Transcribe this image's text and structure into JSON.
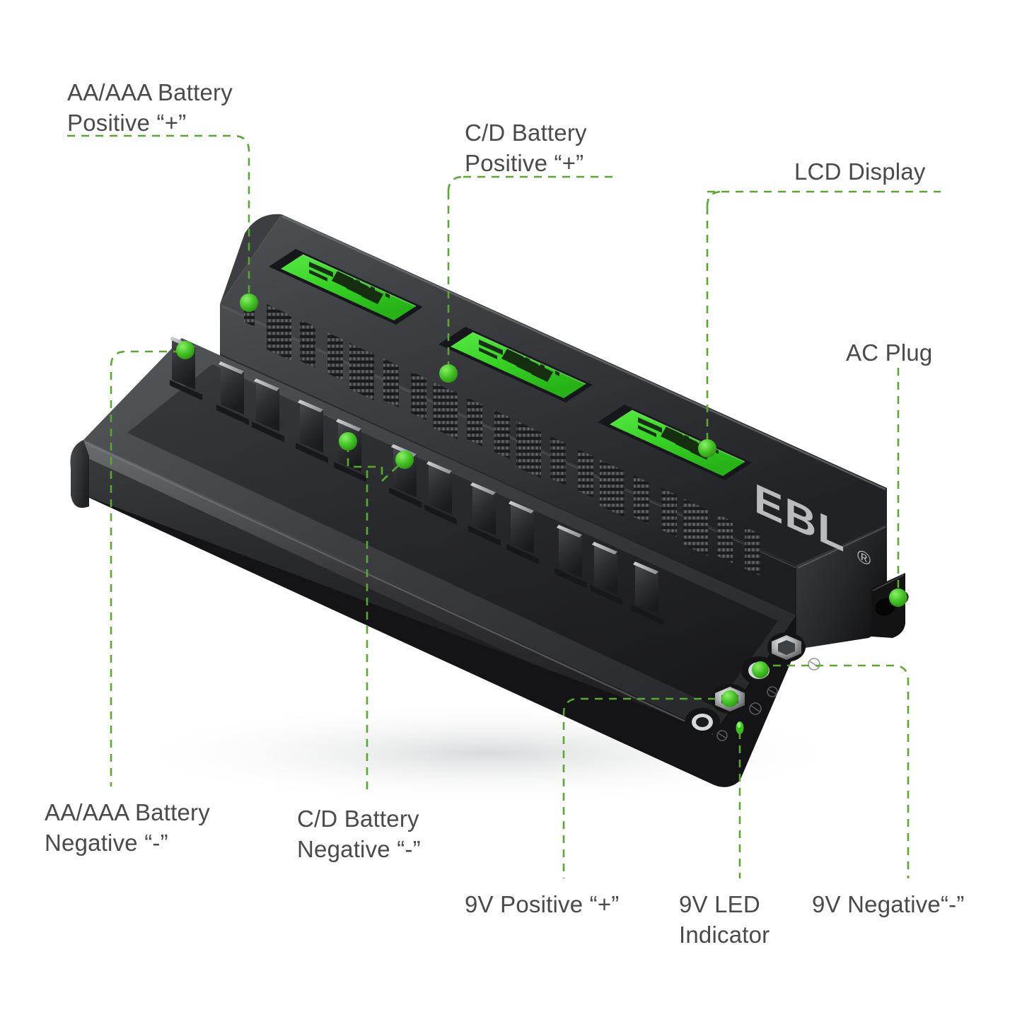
{
  "page": {
    "title": "EBL Battery Charger Feature Diagram",
    "background_color": "#ffffff",
    "accent_color": "#4caf32",
    "callout_line_color": "#5aa832",
    "label_text_color": "#4a4a4a"
  },
  "product": {
    "brand": "EBL",
    "brand_mark": "®",
    "body_color": "#2a2a2c",
    "body_highlight": "#5e6062",
    "lcd_screen_color": "#3dd42b",
    "lcd_bezel_color": "#1b1b1d",
    "battery_slot_count": 12,
    "lcd_display_count": 3,
    "lcd_segments_per_display": 4,
    "nine_volt_terminal_count": 2
  },
  "callouts": [
    {
      "id": "aaa-positive",
      "label": "AA/AAA Battery\nPositive “+”",
      "target": "AA/AAA positive ribbed spring contact"
    },
    {
      "id": "cd-positive",
      "label": "C/D Battery\nPositive “+”",
      "target": "C/D positive wide ribbed spring contact"
    },
    {
      "id": "lcd-display",
      "label": "LCD Display",
      "target": "Green backlit LCD charge-status screen"
    },
    {
      "id": "ac-plug",
      "label": "AC Plug",
      "target": "Figure-8 C7 AC inlet socket"
    },
    {
      "id": "aaa-negative",
      "label": "AA/AAA Battery\nNegative “-”",
      "target": "AA/AAA negative flat spring plate"
    },
    {
      "id": "cd-negative",
      "label": "C/D Battery\nNegative “-”",
      "target": "C/D negative flat spring plates"
    },
    {
      "id": "9v-positive",
      "label": "9V Positive “+”",
      "target": "Hexagonal 9V snap positive terminal"
    },
    {
      "id": "9v-led",
      "label": "9V LED\nIndicator",
      "target": "Small green LED charge indicator"
    },
    {
      "id": "9v-negative",
      "label": "9V Negative“-”",
      "target": "Round 9V snap negative terminal"
    }
  ]
}
